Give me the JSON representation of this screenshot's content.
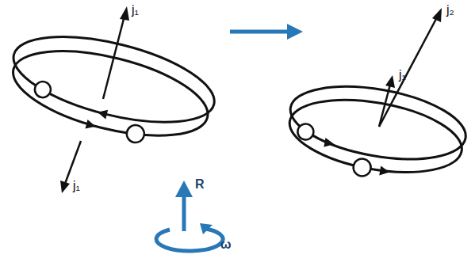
{
  "diagram": {
    "labels": [
      "j₁",
      "j₁",
      "j₂",
      "j₁",
      "R",
      "ω"
    ]
  }
}
